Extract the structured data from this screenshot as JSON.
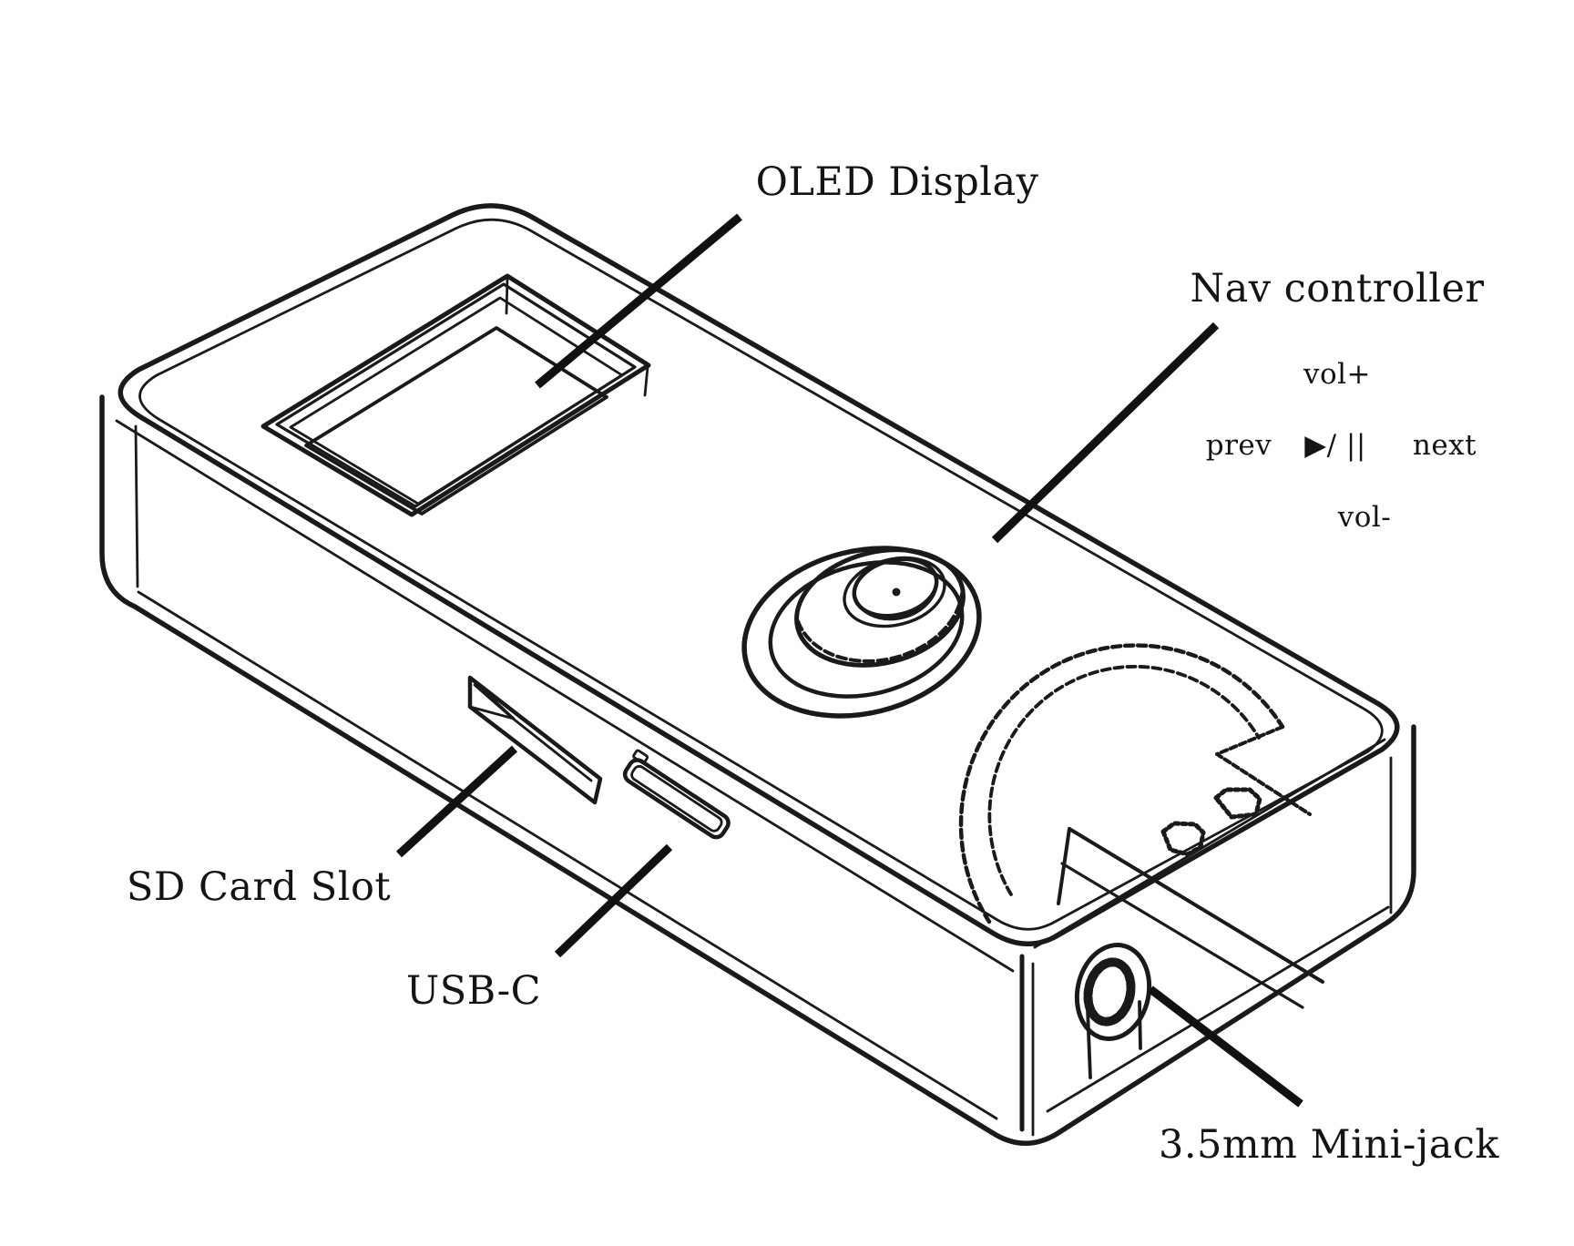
{
  "diagram": {
    "title": "Portable music player exploded-view style part diagram",
    "colors": {
      "background": "#ffffff",
      "ink": "#141414"
    },
    "labels": {
      "oled": "OLED Display",
      "nav": "Nav controller",
      "sd": "SD Card Slot",
      "usb": "USB-C",
      "jack": "3.5mm Mini-jack"
    },
    "nav_controls": {
      "up": "vol+",
      "left": "prev",
      "center": "▶/ ||",
      "right": "next",
      "down": "vol-"
    }
  }
}
